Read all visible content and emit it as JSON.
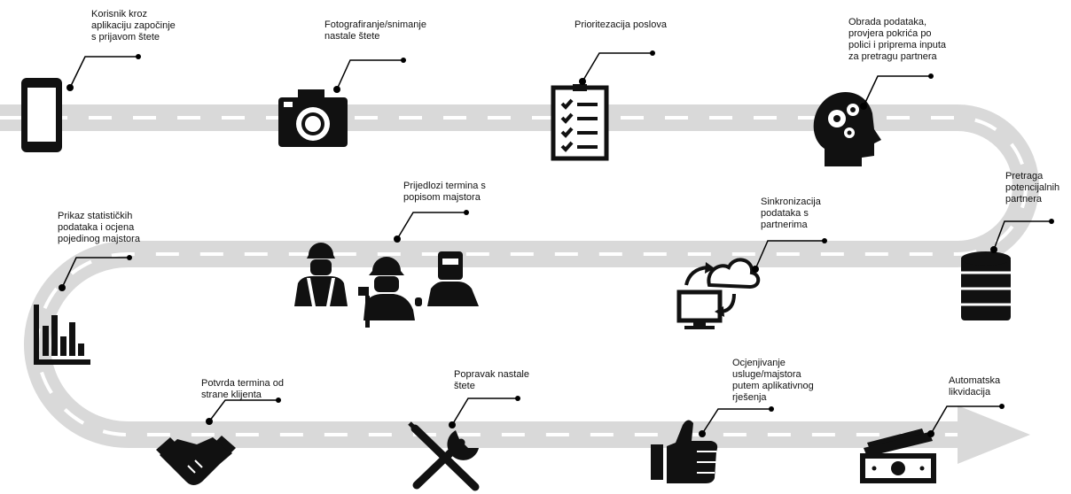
{
  "steps": [
    {
      "id": "s1",
      "label": "Korisnik kroz\naplikaciju započinje\ns prijavom štete",
      "icon": "smartphone-icon"
    },
    {
      "id": "s2",
      "label": "Fotografiranje/snimanje\nnastale štete",
      "icon": "camera-icon"
    },
    {
      "id": "s3",
      "label": "Prioritezacija poslova",
      "icon": "checklist-icon"
    },
    {
      "id": "s4",
      "label": "Obrada podataka,\nprovjera pokrića po\npolici i priprema inputa\nza pretragu partnera",
      "icon": "head-gears-icon"
    },
    {
      "id": "s5",
      "label": "Pretraga\npotencijalnih\npartnera",
      "icon": "database-icon"
    },
    {
      "id": "s6",
      "label": "Sinkronizacija\npodataka s\npartnerima",
      "icon": "cloud-sync-icon"
    },
    {
      "id": "s7",
      "label": "Prijedlozi termina s\npopisom majstora",
      "icon": "workers-icon"
    },
    {
      "id": "s8",
      "label": "Prikaz statističkih\npodataka i ocjena\npojedinog majstora",
      "icon": "bar-chart-icon"
    },
    {
      "id": "s9",
      "label": "Potvrda termina od\nstrane klijenta",
      "icon": "handshake-icon"
    },
    {
      "id": "s10",
      "label": "Popravak nastale\nštete",
      "icon": "tools-icon"
    },
    {
      "id": "s11",
      "label": "Ocjenjivanje\nusluge/majstora\nputem aplikativnog\nrješenja",
      "icon": "thumbs-up-icon"
    },
    {
      "id": "s12",
      "label": "Automatska\nlikvidacija",
      "icon": "money-icon"
    }
  ],
  "colors": {
    "road": "#d9d9d9",
    "dash": "#ffffff",
    "icon": "#111111",
    "line": "#000000"
  }
}
